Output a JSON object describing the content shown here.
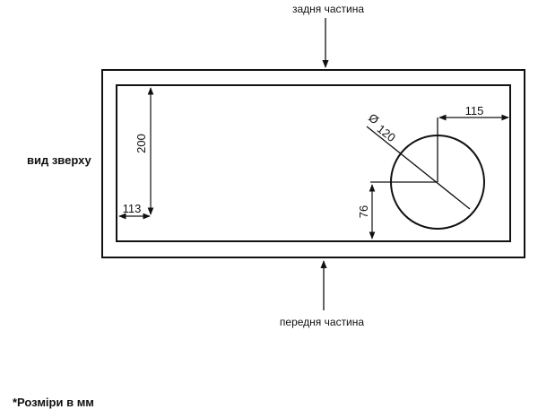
{
  "labels": {
    "back": "задня частина",
    "front": "передня частина",
    "view": "вид зверху",
    "note": "*Розміри в мм"
  },
  "dimensions": {
    "height": "200",
    "left_offset": "113",
    "right_offset": "115",
    "bottom_offset": "76",
    "diameter_symbol": "Ø",
    "diameter": "120"
  },
  "colors": {
    "line": "#111111",
    "background": "#ffffff"
  }
}
